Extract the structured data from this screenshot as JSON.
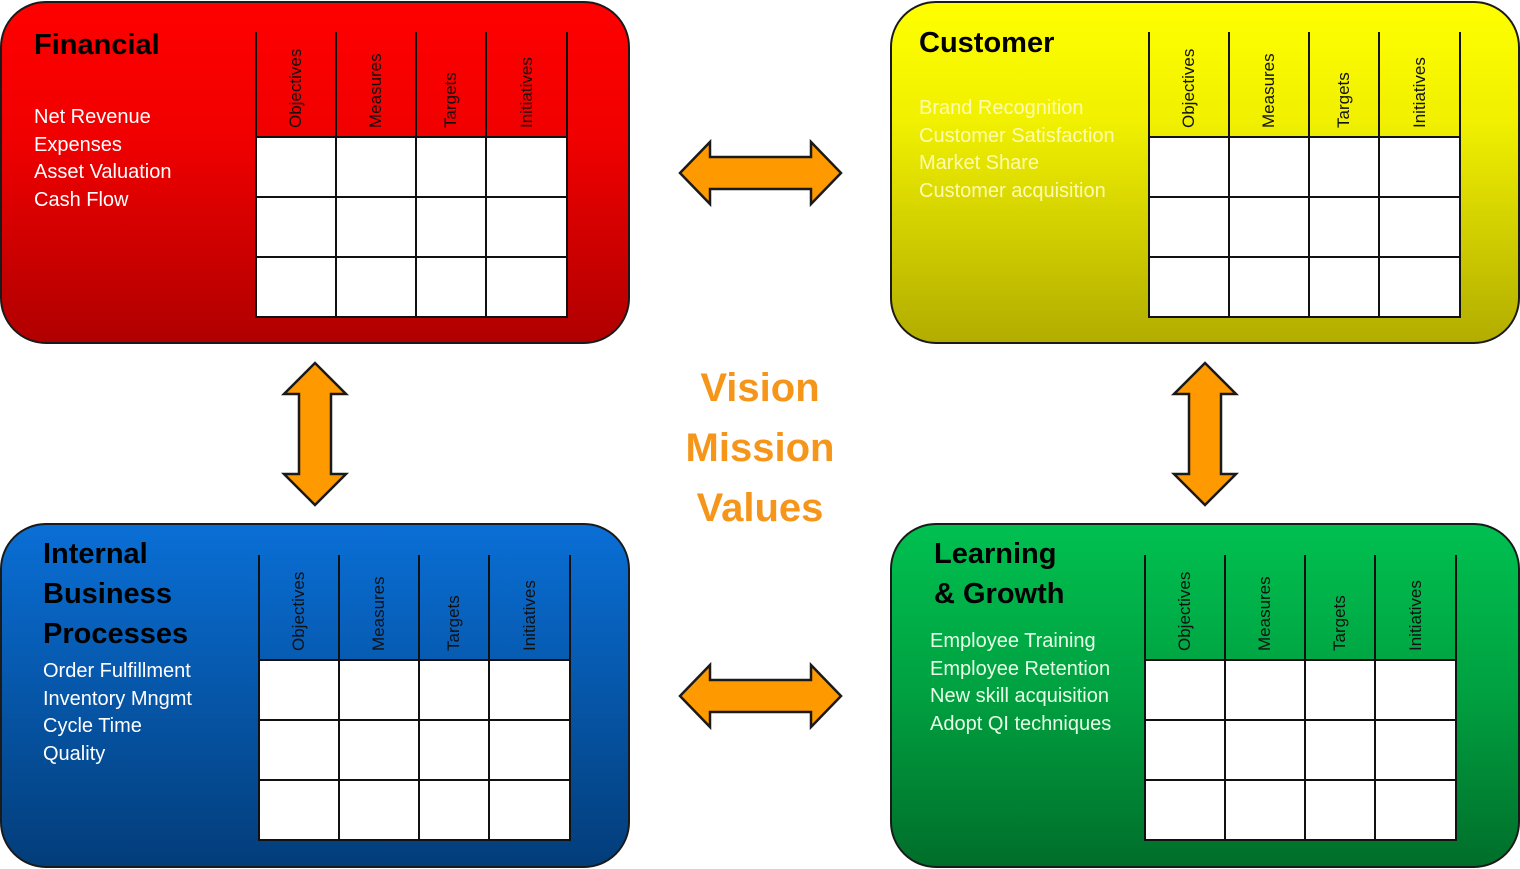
{
  "columns": [
    "Objectives",
    "Measures",
    "Targets",
    "Initiatives"
  ],
  "rows_per_grid": 3,
  "panels": {
    "financial": {
      "title_lines": [
        "Financial"
      ],
      "items": [
        "Net Revenue",
        "Expenses",
        "Asset Valuation",
        "Cash Flow"
      ],
      "color": "#ff0000",
      "text_color": "#ffffff"
    },
    "customer": {
      "title_lines": [
        "Customer"
      ],
      "items": [
        "Brand Recognition",
        "Customer Satisfaction",
        "Market Share",
        "Customer acquisition"
      ],
      "color": "#ffff00",
      "text_color": "#ffffff"
    },
    "internal": {
      "title_lines": [
        "Internal",
        "Business",
        "Processes"
      ],
      "items": [
        "Order Fulfillment",
        "Inventory Mngmt",
        "Cycle Time",
        "Quality"
      ],
      "color": "#0a6fd6",
      "text_color": "#ffffff"
    },
    "learning": {
      "title_lines": [
        "Learning",
        "& Growth"
      ],
      "items": [
        "Employee Training",
        "Employee Retention",
        "New skill acquisition",
        "Adopt QI techniques"
      ],
      "color": "#00b050",
      "text_color": "#ffffff"
    }
  },
  "center": {
    "lines": [
      "Vision",
      "Mission",
      "Values"
    ],
    "color": "#f5961a"
  },
  "arrow_color": "#ff9900"
}
